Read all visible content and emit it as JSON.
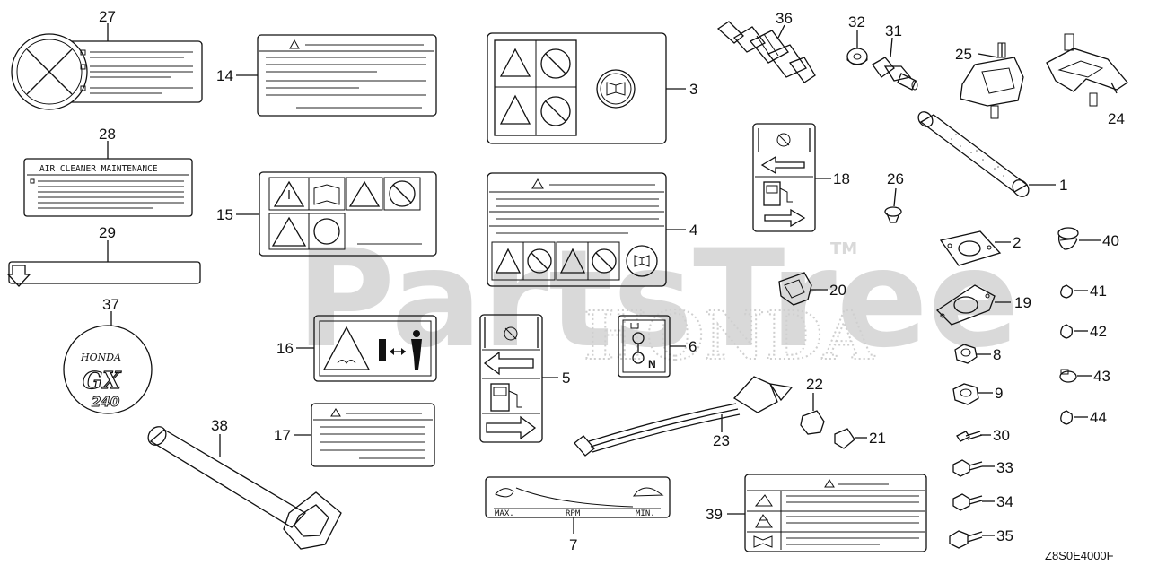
{
  "watermark": {
    "text": "PartsTree",
    "tm": "TM",
    "brand": "HONDA"
  },
  "diagram_code": "Z8S0E4000F",
  "labels": {
    "air_cleaner": "AIR CLEANER MAINTENANCE",
    "rpm_max": "MAX.",
    "rpm_mid": "RPM",
    "rpm_min": "MIN.",
    "emblem_brand": "HONDA",
    "emblem_model": "GX",
    "emblem_size": "240"
  },
  "part_numbers": {
    "p1": "1",
    "p2": "2",
    "p3": "3",
    "p4": "4",
    "p5": "5",
    "p6": "6",
    "p7": "7",
    "p8": "8",
    "p9": "9",
    "p14": "14",
    "p15": "15",
    "p16": "16",
    "p17": "17",
    "p18": "18",
    "p19": "19",
    "p20": "20",
    "p21": "21",
    "p22": "22",
    "p23": "23",
    "p24": "24",
    "p25": "25",
    "p26": "26",
    "p27": "27",
    "p28": "28",
    "p29": "29",
    "p30": "30",
    "p31": "31",
    "p32": "32",
    "p33": "33",
    "p34": "34",
    "p35": "35",
    "p36": "36",
    "p37": "37",
    "p38": "38",
    "p39": "39",
    "p40": "40",
    "p41": "41",
    "p42": "42",
    "p43": "43",
    "p44": "44"
  },
  "colors": {
    "line": "#111111",
    "watermark": "#d9d9d9",
    "background": "#ffffff"
  }
}
